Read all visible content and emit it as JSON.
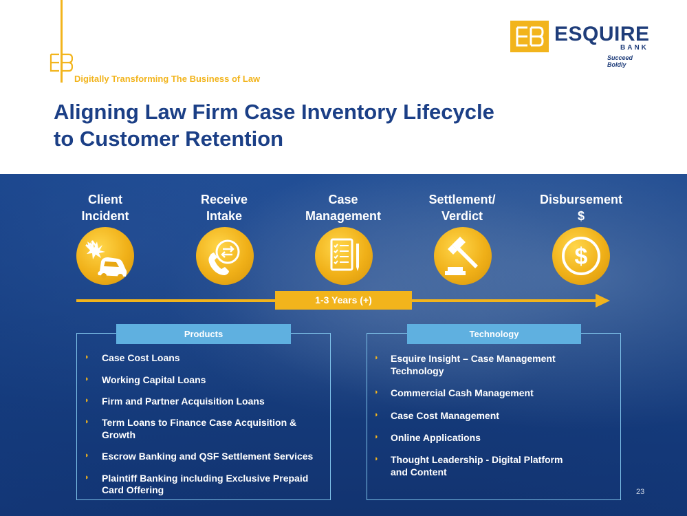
{
  "header": {
    "tagline": "Digitally Transforming The Business of Law",
    "title_line1": "Aligning Law Firm Case Inventory Lifecycle",
    "title_line2": "to Customer Retention"
  },
  "logo": {
    "name": "ESQUIRE",
    "sub": "BANK",
    "slogan": "Succeed Boldly"
  },
  "lifecycle": {
    "stages": [
      {
        "line1": "Client",
        "line2": "Incident",
        "icon": "car-crash-icon"
      },
      {
        "line1": "Receive",
        "line2": "Intake",
        "icon": "phone-exchange-icon"
      },
      {
        "line1": "Case",
        "line2": "Management",
        "icon": "checklist-icon"
      },
      {
        "line1": "Settlement/",
        "line2": "Verdict",
        "icon": "gavel-icon"
      },
      {
        "line1": "Disbursement",
        "line2": "$",
        "icon": "dollar-icon"
      }
    ],
    "duration": "1-3 Years (+)"
  },
  "products": {
    "header": "Products",
    "items": [
      "Case Cost Loans",
      "Working Capital Loans",
      "Firm and Partner Acquisition Loans",
      "Term Loans to Finance Case Acquisition &",
      "Growth",
      "Escrow Banking and QSF Settlement Services",
      "Plaintiff Banking including Exclusive Prepaid",
      "Card Offering"
    ]
  },
  "technology": {
    "header": "Technology",
    "items": [
      "Esquire Insight – Case Management",
      "Technology",
      "Commercial Cash Management",
      "Case Cost Management",
      "Online Applications",
      "Thought Leadership - Digital Platform",
      "and Content"
    ]
  },
  "page_number": "23",
  "colors": {
    "gold": "#f2b41c",
    "navy": "#1b3f86",
    "panel_blue": "#173f80",
    "light_blue": "#5fb0e0"
  }
}
